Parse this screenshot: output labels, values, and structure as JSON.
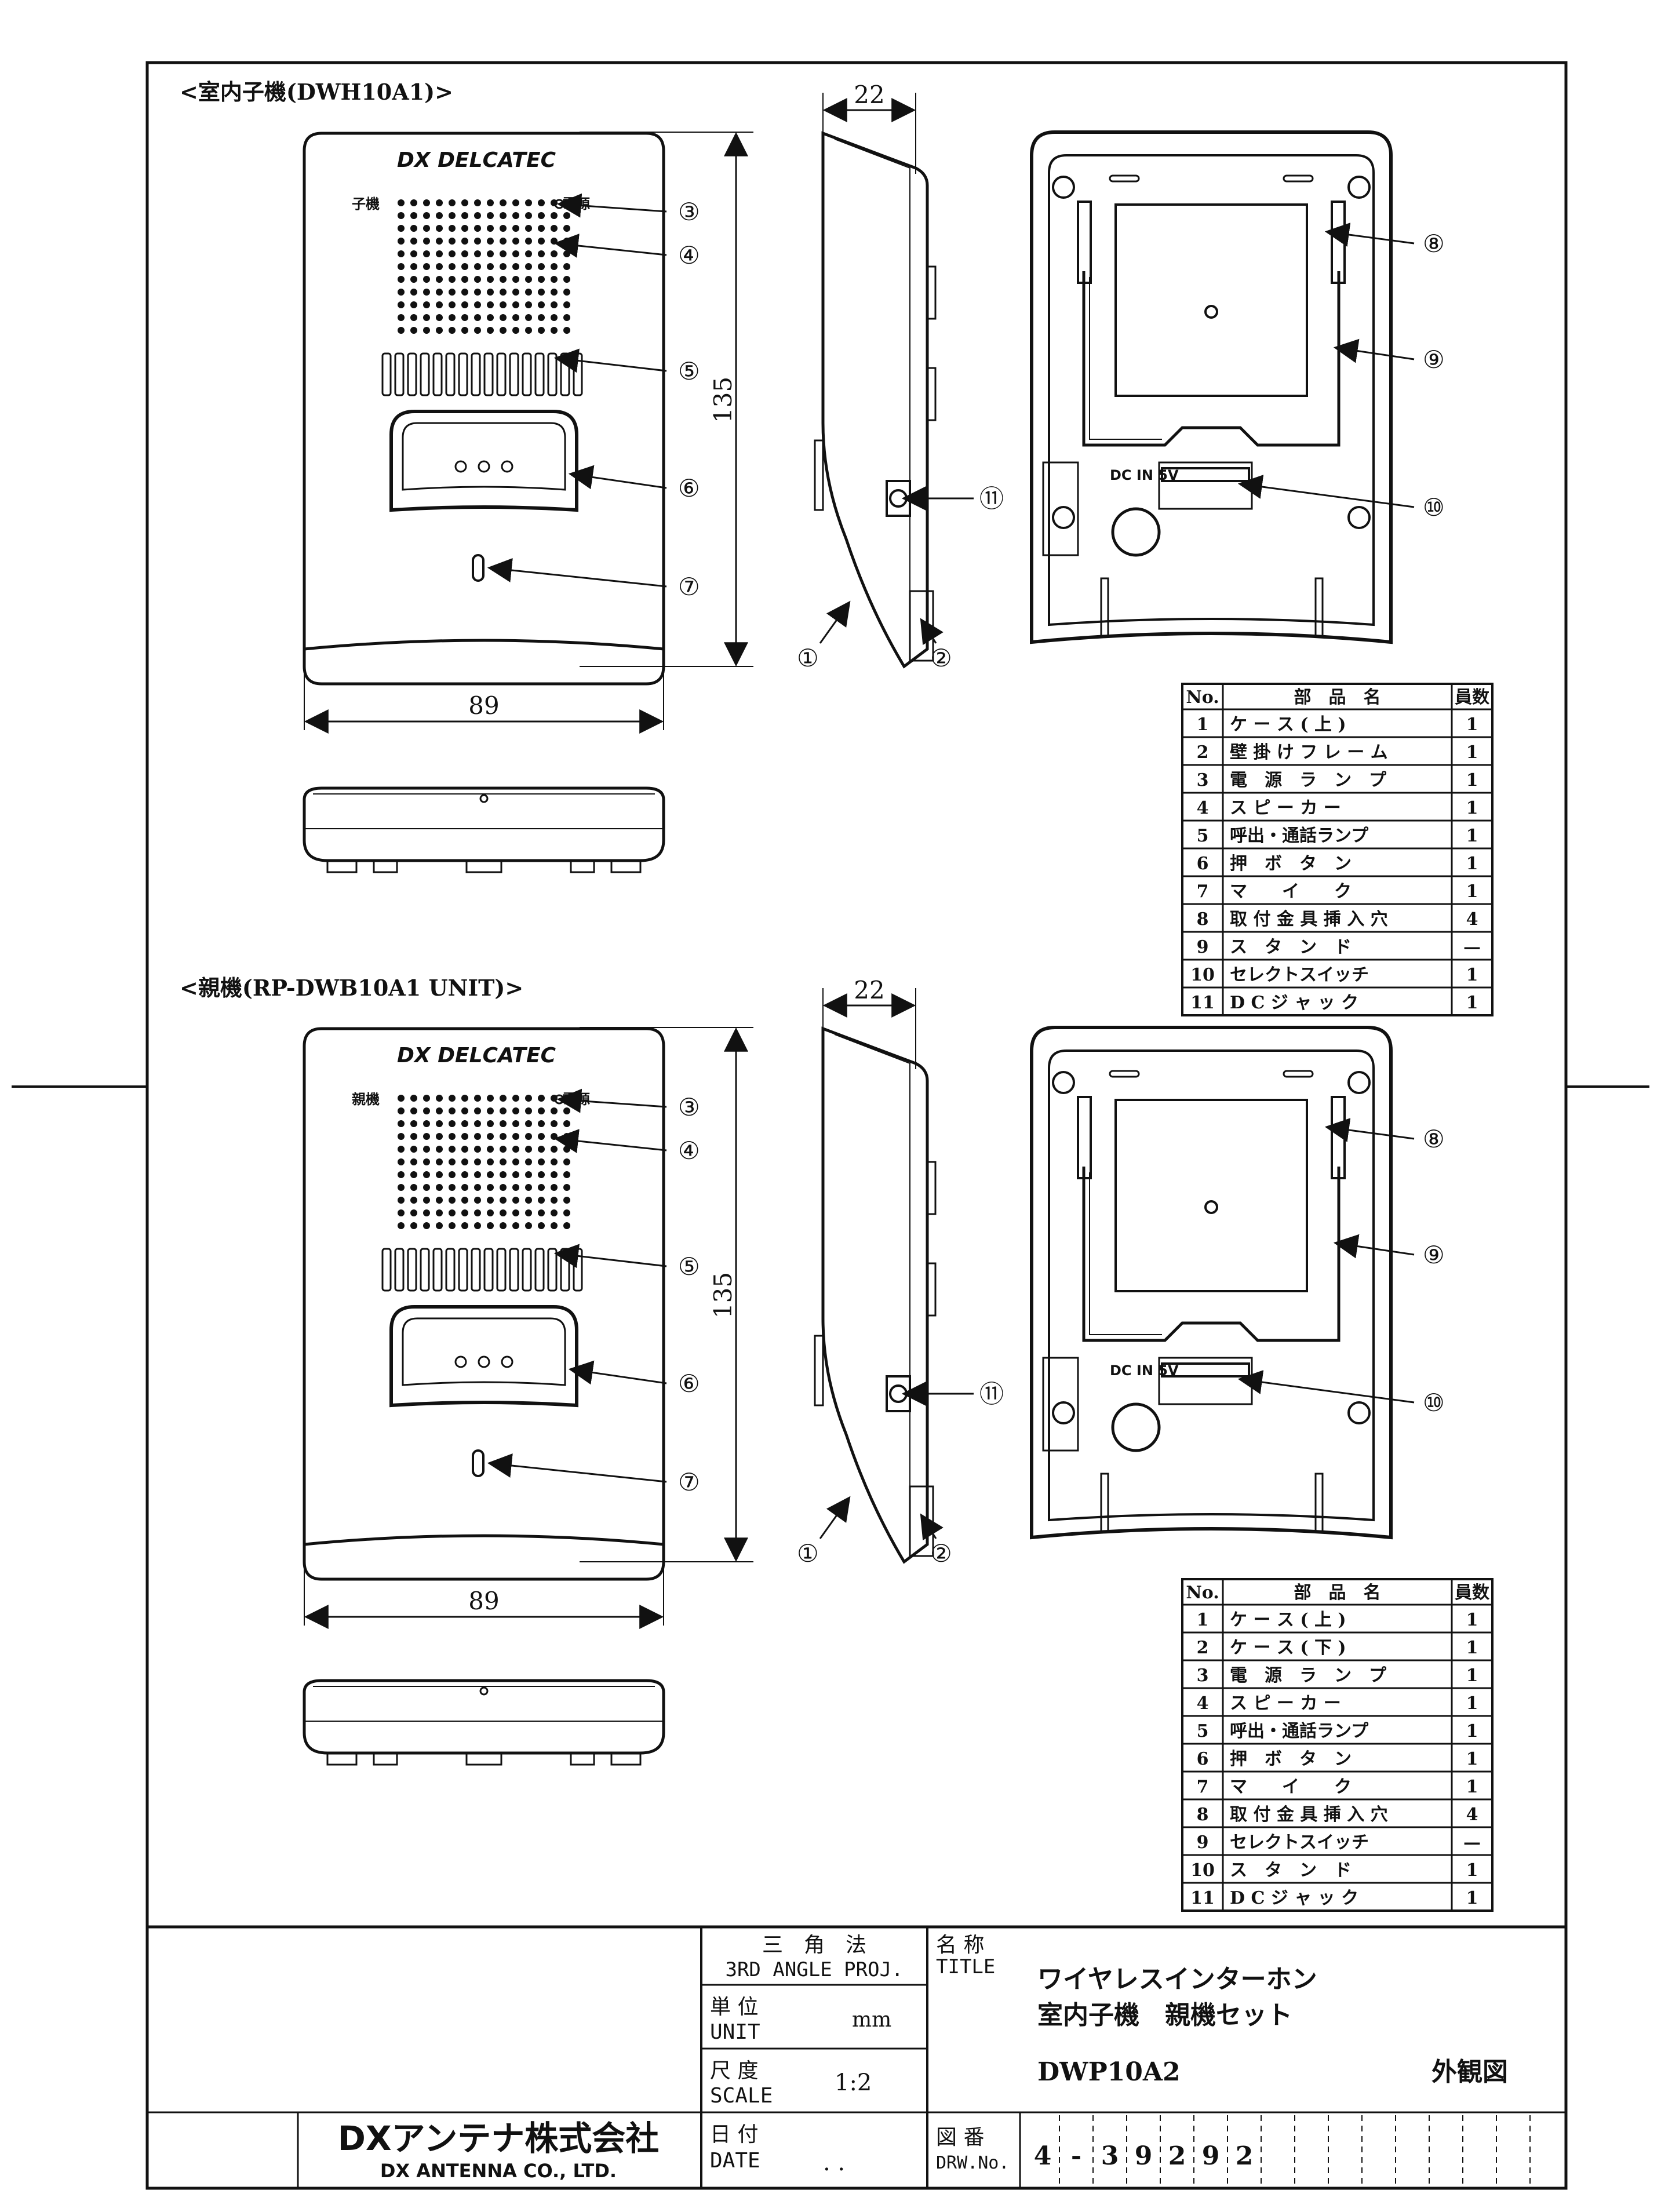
{
  "figure_labels": {
    "indoor": "<室内子機(DWH10A1)>",
    "master": "<親機(RP-DWB10A1 UNIT)>"
  },
  "brand_logo": "DX DELCATEC",
  "dims": {
    "thickness": "22",
    "height": "135",
    "width": "89"
  },
  "front_labels": {
    "indoor_unit_label": "子機",
    "master_unit_label": "親機",
    "power_label": "電源",
    "dcin": "DC IN 5V"
  },
  "callouts": [
    "①",
    "②",
    "③",
    "④",
    "⑤",
    "⑥",
    "⑦",
    "⑧",
    "⑨",
    "⑩",
    "⑪"
  ],
  "table_headers": {
    "no": "No.",
    "name": "部　品　名",
    "qty": "員数"
  },
  "parts_top": [
    {
      "no": "1",
      "name": "ケ ー ス ( 上 )",
      "qty": "1"
    },
    {
      "no": "2",
      "name": "壁 掛 け フ レ ー ム",
      "qty": "1"
    },
    {
      "no": "3",
      "name": "電　源　ラ　ン　プ",
      "qty": "1"
    },
    {
      "no": "4",
      "name": "ス ピ ー カ ー",
      "qty": "1"
    },
    {
      "no": "5",
      "name": "呼出・通話ランプ",
      "qty": "1"
    },
    {
      "no": "6",
      "name": "押　ボ　タ　ン",
      "qty": "1"
    },
    {
      "no": "7",
      "name": "マ　　イ　　ク",
      "qty": "1"
    },
    {
      "no": "8",
      "name": "取 付 金 具 挿 入 穴",
      "qty": "4"
    },
    {
      "no": "9",
      "name": "ス　タ　ン　ド",
      "qty": "—"
    },
    {
      "no": "10",
      "name": "セレクトスイッチ",
      "qty": "1"
    },
    {
      "no": "11",
      "name": "D C ジ ャ ッ ク",
      "qty": "1"
    }
  ],
  "parts_bottom": [
    {
      "no": "1",
      "name": "ケ ー ス ( 上 )",
      "qty": "1"
    },
    {
      "no": "2",
      "name": "ケ ー ス ( 下 )",
      "qty": "1"
    },
    {
      "no": "3",
      "name": "電　源　ラ　ン　プ",
      "qty": "1"
    },
    {
      "no": "4",
      "name": "ス ピ ー カ ー",
      "qty": "1"
    },
    {
      "no": "5",
      "name": "呼出・通話ランプ",
      "qty": "1"
    },
    {
      "no": "6",
      "name": "押　ボ　タ　ン",
      "qty": "1"
    },
    {
      "no": "7",
      "name": "マ　　イ　　ク",
      "qty": "1"
    },
    {
      "no": "8",
      "name": "取 付 金 具 挿 入 穴",
      "qty": "4"
    },
    {
      "no": "9",
      "name": "セレクトスイッチ",
      "qty": "—"
    },
    {
      "no": "10",
      "name": "ス　タ　ン　ド",
      "qty": "1"
    },
    {
      "no": "11",
      "name": "D C ジ ャ ッ ク",
      "qty": "1"
    }
  ],
  "title_block": {
    "proj_jp": "三　角　法",
    "proj_en": "3RD ANGLE PROJ.",
    "name_jp": "名 称",
    "name_en": "TITLE",
    "unit_jp": "単 位",
    "unit_en": "UNIT",
    "unit_value": "mm",
    "scale_jp": "尺 度",
    "scale_en": "SCALE",
    "scale_value": "1:2",
    "date_jp": "日 付",
    "date_en": "DATE",
    "date_value": ". .",
    "drw_jp": "図 番",
    "drw_en": "DRW.No.",
    "title_line1": "ワイヤレスインターホン",
    "title_line2": "室内子機　親機セット",
    "model": "DWP10A2",
    "drawing_type": "外観図",
    "company_jp": "DXアンテナ株式会社",
    "company_en": "DX ANTENNA CO., LTD.",
    "drw_digits": [
      "4",
      "-",
      "3",
      "9",
      "2",
      "9",
      "2",
      "",
      "",
      "",
      "",
      "",
      "",
      "",
      "",
      ""
    ]
  }
}
